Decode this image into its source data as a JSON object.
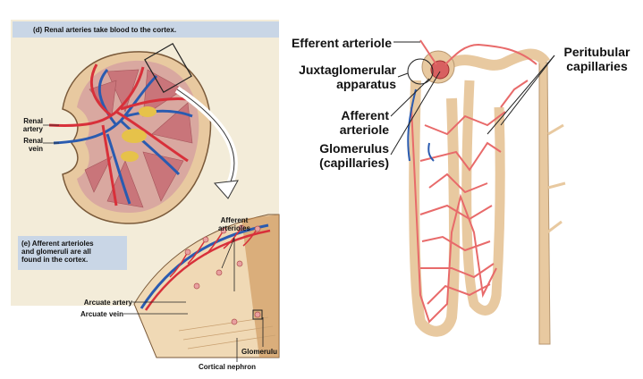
{
  "panel_d": {
    "caption": "(d) Renal arteries take blood to the cortex.",
    "renal_artery": "Renal\nartery",
    "renal_vein": "Renal\nvein"
  },
  "panel_e": {
    "caption": "(e) Afferent arterioles\nand glomeruli are all\nfound in the cortex.",
    "afferent_arterioles": "Afferent\narterioles",
    "arcuate_artery": "Arcuate artery",
    "arcuate_vein": "Arcuate vein",
    "glomerulus": "Glomerulu",
    "cortical_nephron": "Cortical nephron"
  },
  "nephron": {
    "efferent_arteriole": "Efferent arteriole",
    "juxtaglomerular_apparatus": "Juxtaglomerular\napparatus",
    "afferent_arteriole": "Afferent\narteriole",
    "glomerulus": "Glomerulus\n(capillaries)",
    "peritubular_capillaries": "Peritubular\ncapillaries"
  },
  "colors": {
    "artery": "#d8303a",
    "vein": "#2a5bb0",
    "tubule": "#e8c9a0",
    "capillary": "#e86a6a",
    "background": "#f3ecd9"
  }
}
